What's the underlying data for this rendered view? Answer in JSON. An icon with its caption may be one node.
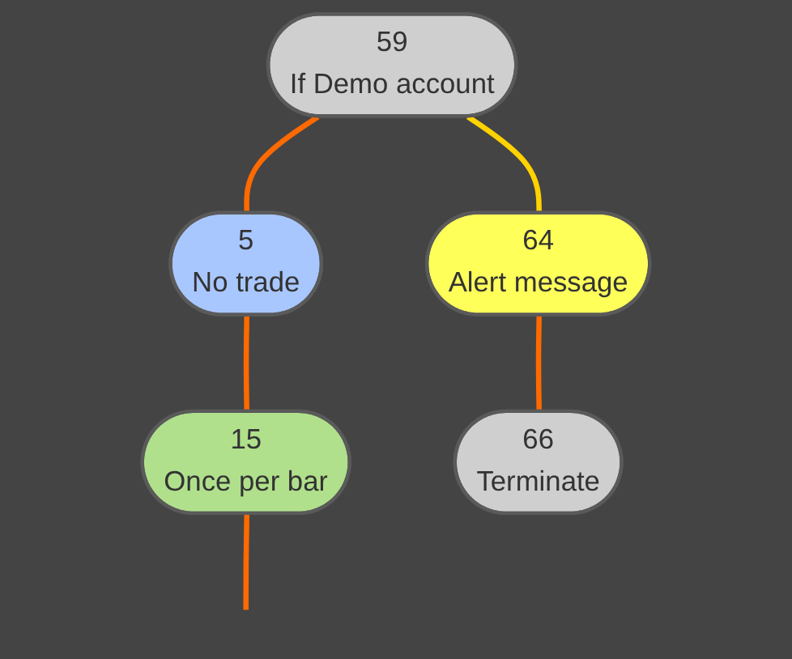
{
  "diagram": {
    "nodes": [
      {
        "text": [
          "59",
          "If Demo account"
        ]
      },
      {
        "text": [
          "5",
          "No trade"
        ]
      },
      {
        "text": [
          "15",
          "Once per bar"
        ]
      },
      {
        "text": [
          "64",
          "Alert message"
        ]
      },
      {
        "text": [
          "66",
          "Terminate"
        ]
      }
    ],
    "edges": [
      {
        "from": 0,
        "to": 1,
        "arrow": "none"
      },
      {
        "from": 0,
        "to": 3,
        "arrow": "none",
        "color": "#ffd200"
      },
      {
        "from": 1,
        "to": 2,
        "arrow": "none"
      },
      {
        "from": 3,
        "to": 4,
        "arrow": "none"
      },
      {
        "from": 2,
        "to": null,
        "arrow": "none"
      }
    ]
  }
}
